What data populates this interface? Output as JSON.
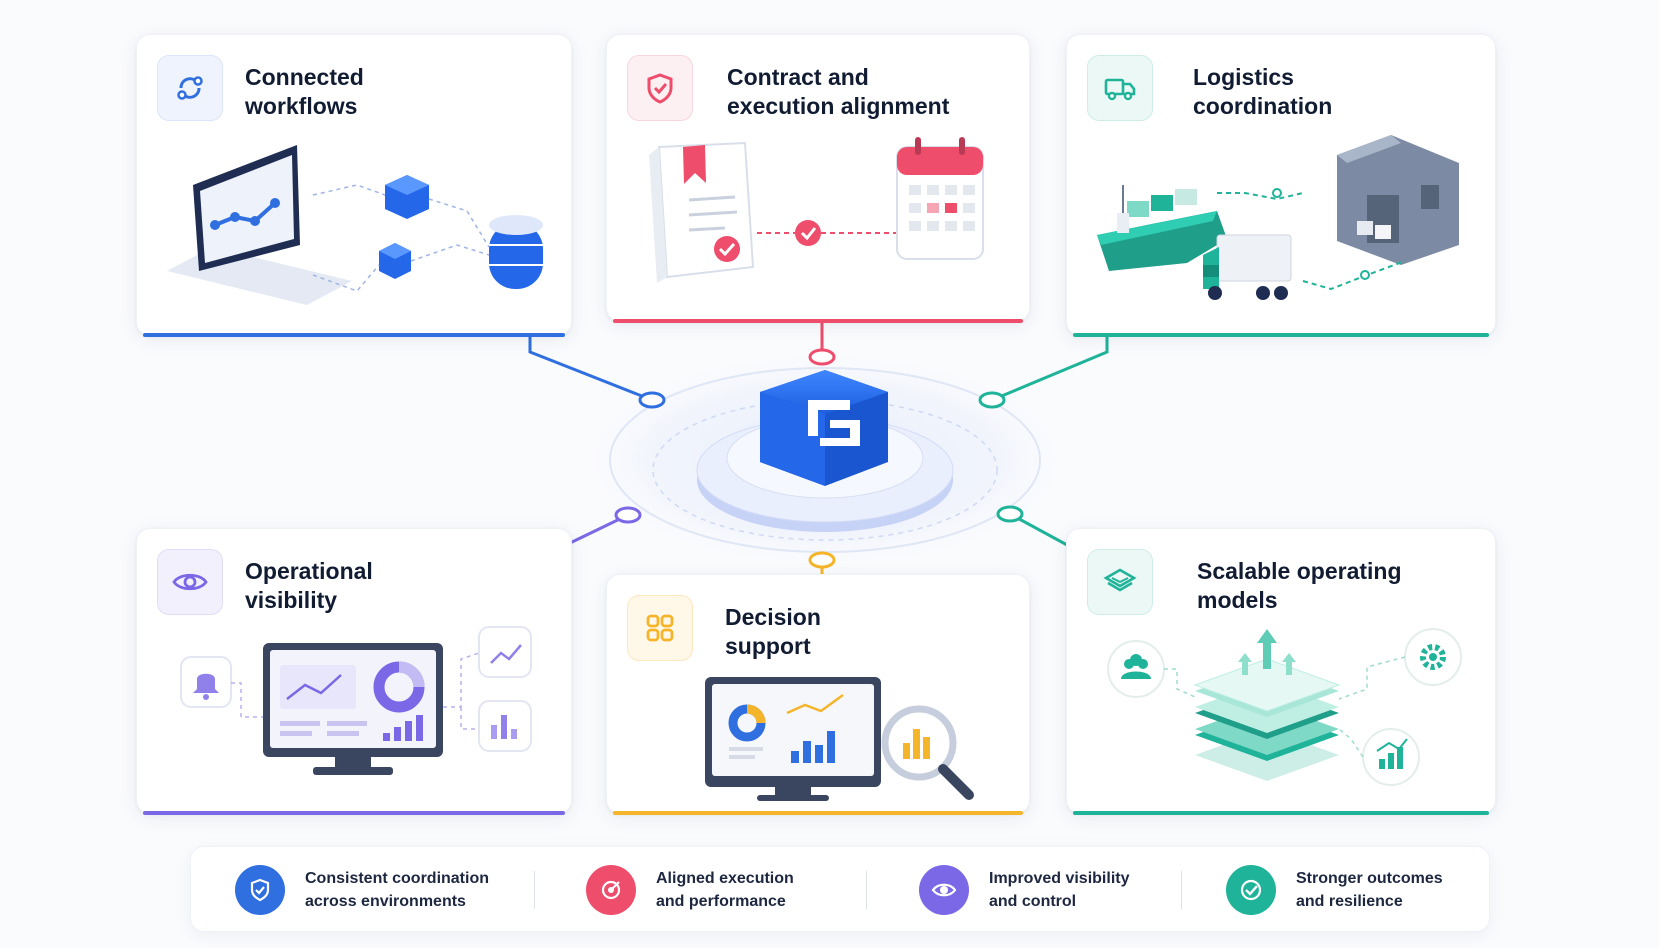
{
  "cards": {
    "connected_workflows": {
      "line1": "Connected",
      "line2": "workflows",
      "color": "#2f6fe0",
      "icon": "sync-icon"
    },
    "contract_alignment": {
      "line1": "Contract and",
      "line2": "execution alignment",
      "color": "#ee4d6b",
      "icon": "shield-check-icon"
    },
    "logistics": {
      "line1": "Logistics",
      "line2": "coordination",
      "color": "#1fb39a",
      "icon": "truck-icon"
    },
    "visibility": {
      "line1": "Operational",
      "line2": "visibility",
      "color": "#7a68e6",
      "icon": "eye-icon"
    },
    "decision": {
      "line1": "Decision",
      "line2": "support",
      "color": "#f5b52b",
      "icon": "grid-icon"
    },
    "scalable": {
      "line1": "Scalable operating",
      "line2": "models",
      "color": "#1fb39a",
      "icon": "layers-icon"
    }
  },
  "hub": {
    "icon": "platform-logo-icon",
    "color": "#2f6fe0"
  },
  "benefits": [
    {
      "line1": "Consistent coordination",
      "line2": "across environments",
      "color": "#2f6fe0",
      "icon": "shield-icon"
    },
    {
      "line1": "Aligned execution",
      "line2": "and performance",
      "color": "#ee4d6b",
      "icon": "target-icon"
    },
    {
      "line1": "Improved visibility",
      "line2": "and control",
      "color": "#7a68e6",
      "icon": "eye-icon"
    },
    {
      "line1": "Stronger outcomes",
      "line2": "and resilience",
      "color": "#1fb39a",
      "icon": "check-icon"
    }
  ]
}
